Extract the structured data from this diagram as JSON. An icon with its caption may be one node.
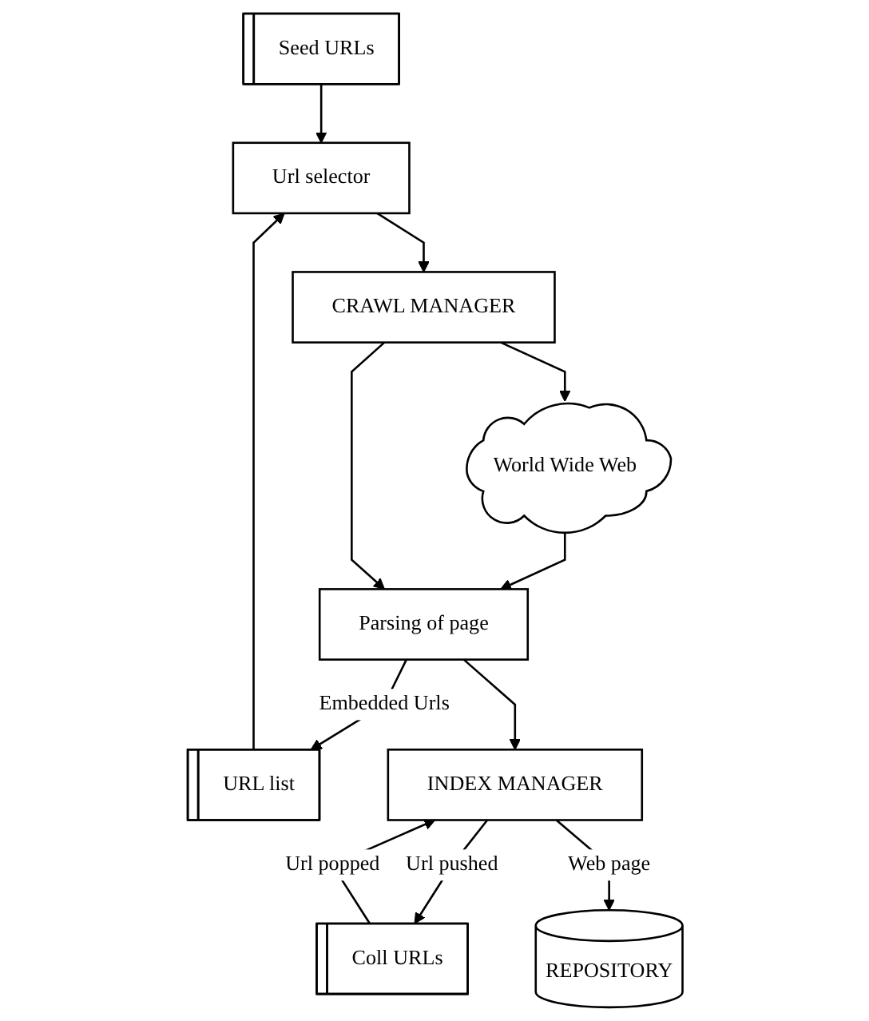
{
  "diagram": {
    "nodes": [
      {
        "text": [
          "Seed URLs"
        ]
      },
      {
        "text": [
          "URL list"
        ]
      },
      {
        "text": [
          "Url selector"
        ]
      },
      {
        "text": [
          "World Wide Web"
        ]
      },
      {
        "text": [
          "CRAWL MANAGER"
        ]
      },
      {
        "text": [
          "Parsing of page"
        ]
      },
      {
        "text": [
          "INDEX MANAGER"
        ]
      },
      {
        "text": [
          "Coll URLs"
        ]
      },
      {
        "text": [
          "REPOSITORY"
        ]
      }
    ],
    "edges": [
      {
        "from": 0,
        "to": 2,
        "arrow": "to"
      },
      {
        "from": 1,
        "to": 2,
        "arrow": "to"
      },
      {
        "from": 2,
        "to": 4,
        "arrow": "to"
      },
      {
        "from": 4,
        "to": 3,
        "arrow": "to"
      },
      {
        "from": 3,
        "to": 5,
        "arrow": "to"
      },
      {
        "from": 4,
        "to": 5,
        "arrow": "to"
      },
      {
        "from": 5,
        "to": 1,
        "arrow": "to",
        "label": "Embedded Urls"
      },
      {
        "from": 5,
        "to": 6,
        "arrow": "to"
      },
      {
        "from": 6,
        "to": 7,
        "arrow": "to",
        "label": "Url pushed"
      },
      {
        "from": 7,
        "to": 6,
        "arrow": "to",
        "label": "Url popped"
      },
      {
        "from": 6,
        "to": 8,
        "arrow": "to",
        "label": "Web page"
      }
    ]
  }
}
